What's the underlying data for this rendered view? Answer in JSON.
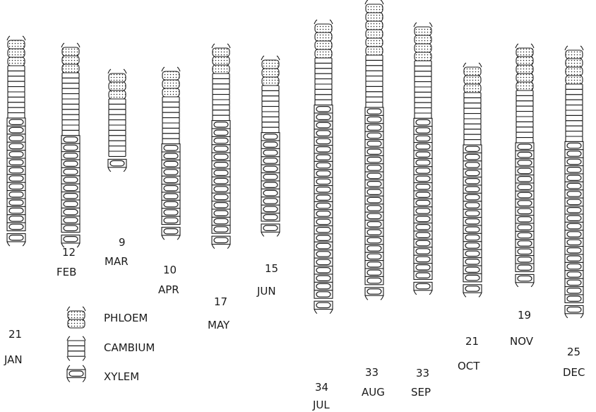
{
  "colors": {
    "ink": "#1a1a1a",
    "paper": "#ffffff"
  },
  "legend": [
    {
      "key": "phloem",
      "label": "PHLOEM",
      "icon": "phloem-cell-icon"
    },
    {
      "key": "cambium",
      "label": "CAMBIUM",
      "icon": "cambium-cell-icon"
    },
    {
      "key": "xylem",
      "label": "XYLEM",
      "icon": "xylem-cell-icon"
    }
  ],
  "months": [
    {
      "month": "JAN",
      "value": "21",
      "phloem": 3,
      "cambium": 10,
      "xylem": 14
    },
    {
      "month": "FEB",
      "value": "12",
      "phloem": 3,
      "cambium": 12,
      "xylem": 12
    },
    {
      "month": "MAR",
      "value": "9",
      "phloem": 3,
      "cambium": 11,
      "xylem": 0
    },
    {
      "month": "APR",
      "value": "10",
      "phloem": 3,
      "cambium": 9,
      "xylem": 10
    },
    {
      "month": "MAY",
      "value": "17",
      "phloem": 3,
      "cambium": 9,
      "xylem": 14
    },
    {
      "month": "JUN",
      "value": "15",
      "phloem": 3,
      "cambium": 9,
      "xylem": 11
    },
    {
      "month": "JUL",
      "value": "34",
      "phloem": 4,
      "cambium": 9,
      "xylem": 24
    },
    {
      "month": "AUG",
      "value": "33",
      "phloem": 6,
      "cambium": 10,
      "xylem": 22
    },
    {
      "month": "SEP",
      "value": "33",
      "phloem": 4,
      "cambium": 11,
      "xylem": 20
    },
    {
      "month": "OCT",
      "value": "21",
      "phloem": 3,
      "cambium": 10,
      "xylem": 17
    },
    {
      "month": "NOV",
      "value": "19",
      "phloem": 5,
      "cambium": 10,
      "xylem": 16
    },
    {
      "month": "DEC",
      "value": "25",
      "phloem": 4,
      "cambium": 11,
      "xylem": 20
    }
  ]
}
